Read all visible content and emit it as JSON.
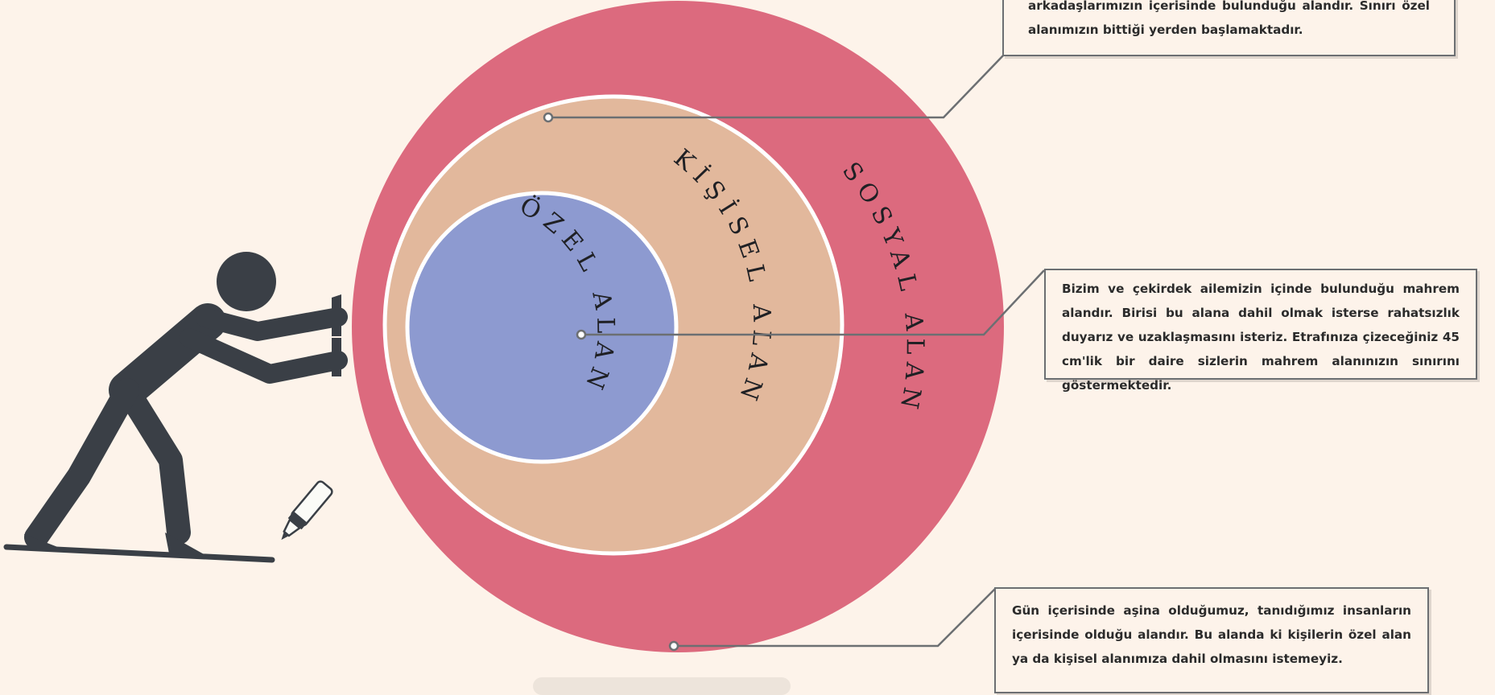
{
  "diagram": {
    "rings": [
      {
        "name": "sosyal",
        "label": "SOSYAL ALAN",
        "color": "#dc6a7e"
      },
      {
        "name": "kisisel",
        "label": "KİŞİSEL ALAN",
        "color": "#e2b89c"
      },
      {
        "name": "ozel",
        "label": "ÖZEL ALAN",
        "color": "#8d9ad0"
      }
    ],
    "callouts": {
      "top": {
        "line1": "arkadaşlarımızın içerisinde bulunduğu alandır.  Sınırı özel",
        "line2": "alanımızın bittiği yerden başlamaktadır."
      },
      "middle": {
        "text": "Bizim ve çekirdek ailemizin içinde bulunduğu mahrem alandır. Birisi bu alana dahil olmak isterse rahatsızlık duyarız ve uzaklaşmasını isteriz. Etrafınıza çizeceğiniz 45 cm'lik bir daire sizlerin mahrem alanınızın sınırını göstermektedir."
      },
      "bottom": {
        "text": "Gün içerisinde aşina olduğumuz, tanıdığımız insanların içerisinde olduğu alandır. Bu alanda ki kişilerin özel alan ya da kişisel alanımıza dahil olmasını istemeyiz."
      }
    },
    "colors": {
      "background": "#fdf3ea",
      "figure": "#3a3f46",
      "connector": "#6c6f72"
    },
    "icons": [
      "pushing-man-figure",
      "marker-pen-icon"
    ]
  }
}
